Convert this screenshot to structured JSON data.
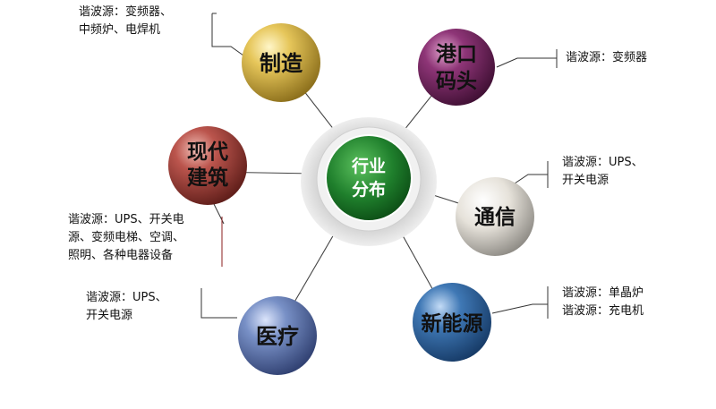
{
  "center": {
    "line1": "行业",
    "line2": "分布"
  },
  "sectors": {
    "manufacturing": {
      "label": "制造",
      "note": [
        "谐波源：变频器、",
        "中频炉、电焊机"
      ]
    },
    "port": {
      "label_line1": "港口",
      "label_line2": "码头",
      "note": [
        "谐波源：变频器"
      ]
    },
    "building": {
      "label_line1": "现代",
      "label_line2": "建筑",
      "note": [
        "谐波源：UPS、开关电",
        "源、变频电梯、空调、",
        "照明、各种电器设备"
      ]
    },
    "telecom": {
      "label": "通信",
      "note": [
        "谐波源：UPS、",
        "开关电源"
      ]
    },
    "medical": {
      "label": "医疗",
      "note": [
        "谐波源：UPS、",
        "开关电源"
      ]
    },
    "new_energy": {
      "label": "新能源",
      "note": [
        "谐波源：单晶炉",
        "谐波源：充电机"
      ]
    }
  },
  "colors": {
    "manufacturing": "#d9b84a",
    "port": "#7a2a63",
    "building": "#b34a45",
    "telecom": "#d8d4cc",
    "medical": "#6c83b9",
    "new_energy": "#356aa6",
    "center": "#1f7a2a"
  }
}
